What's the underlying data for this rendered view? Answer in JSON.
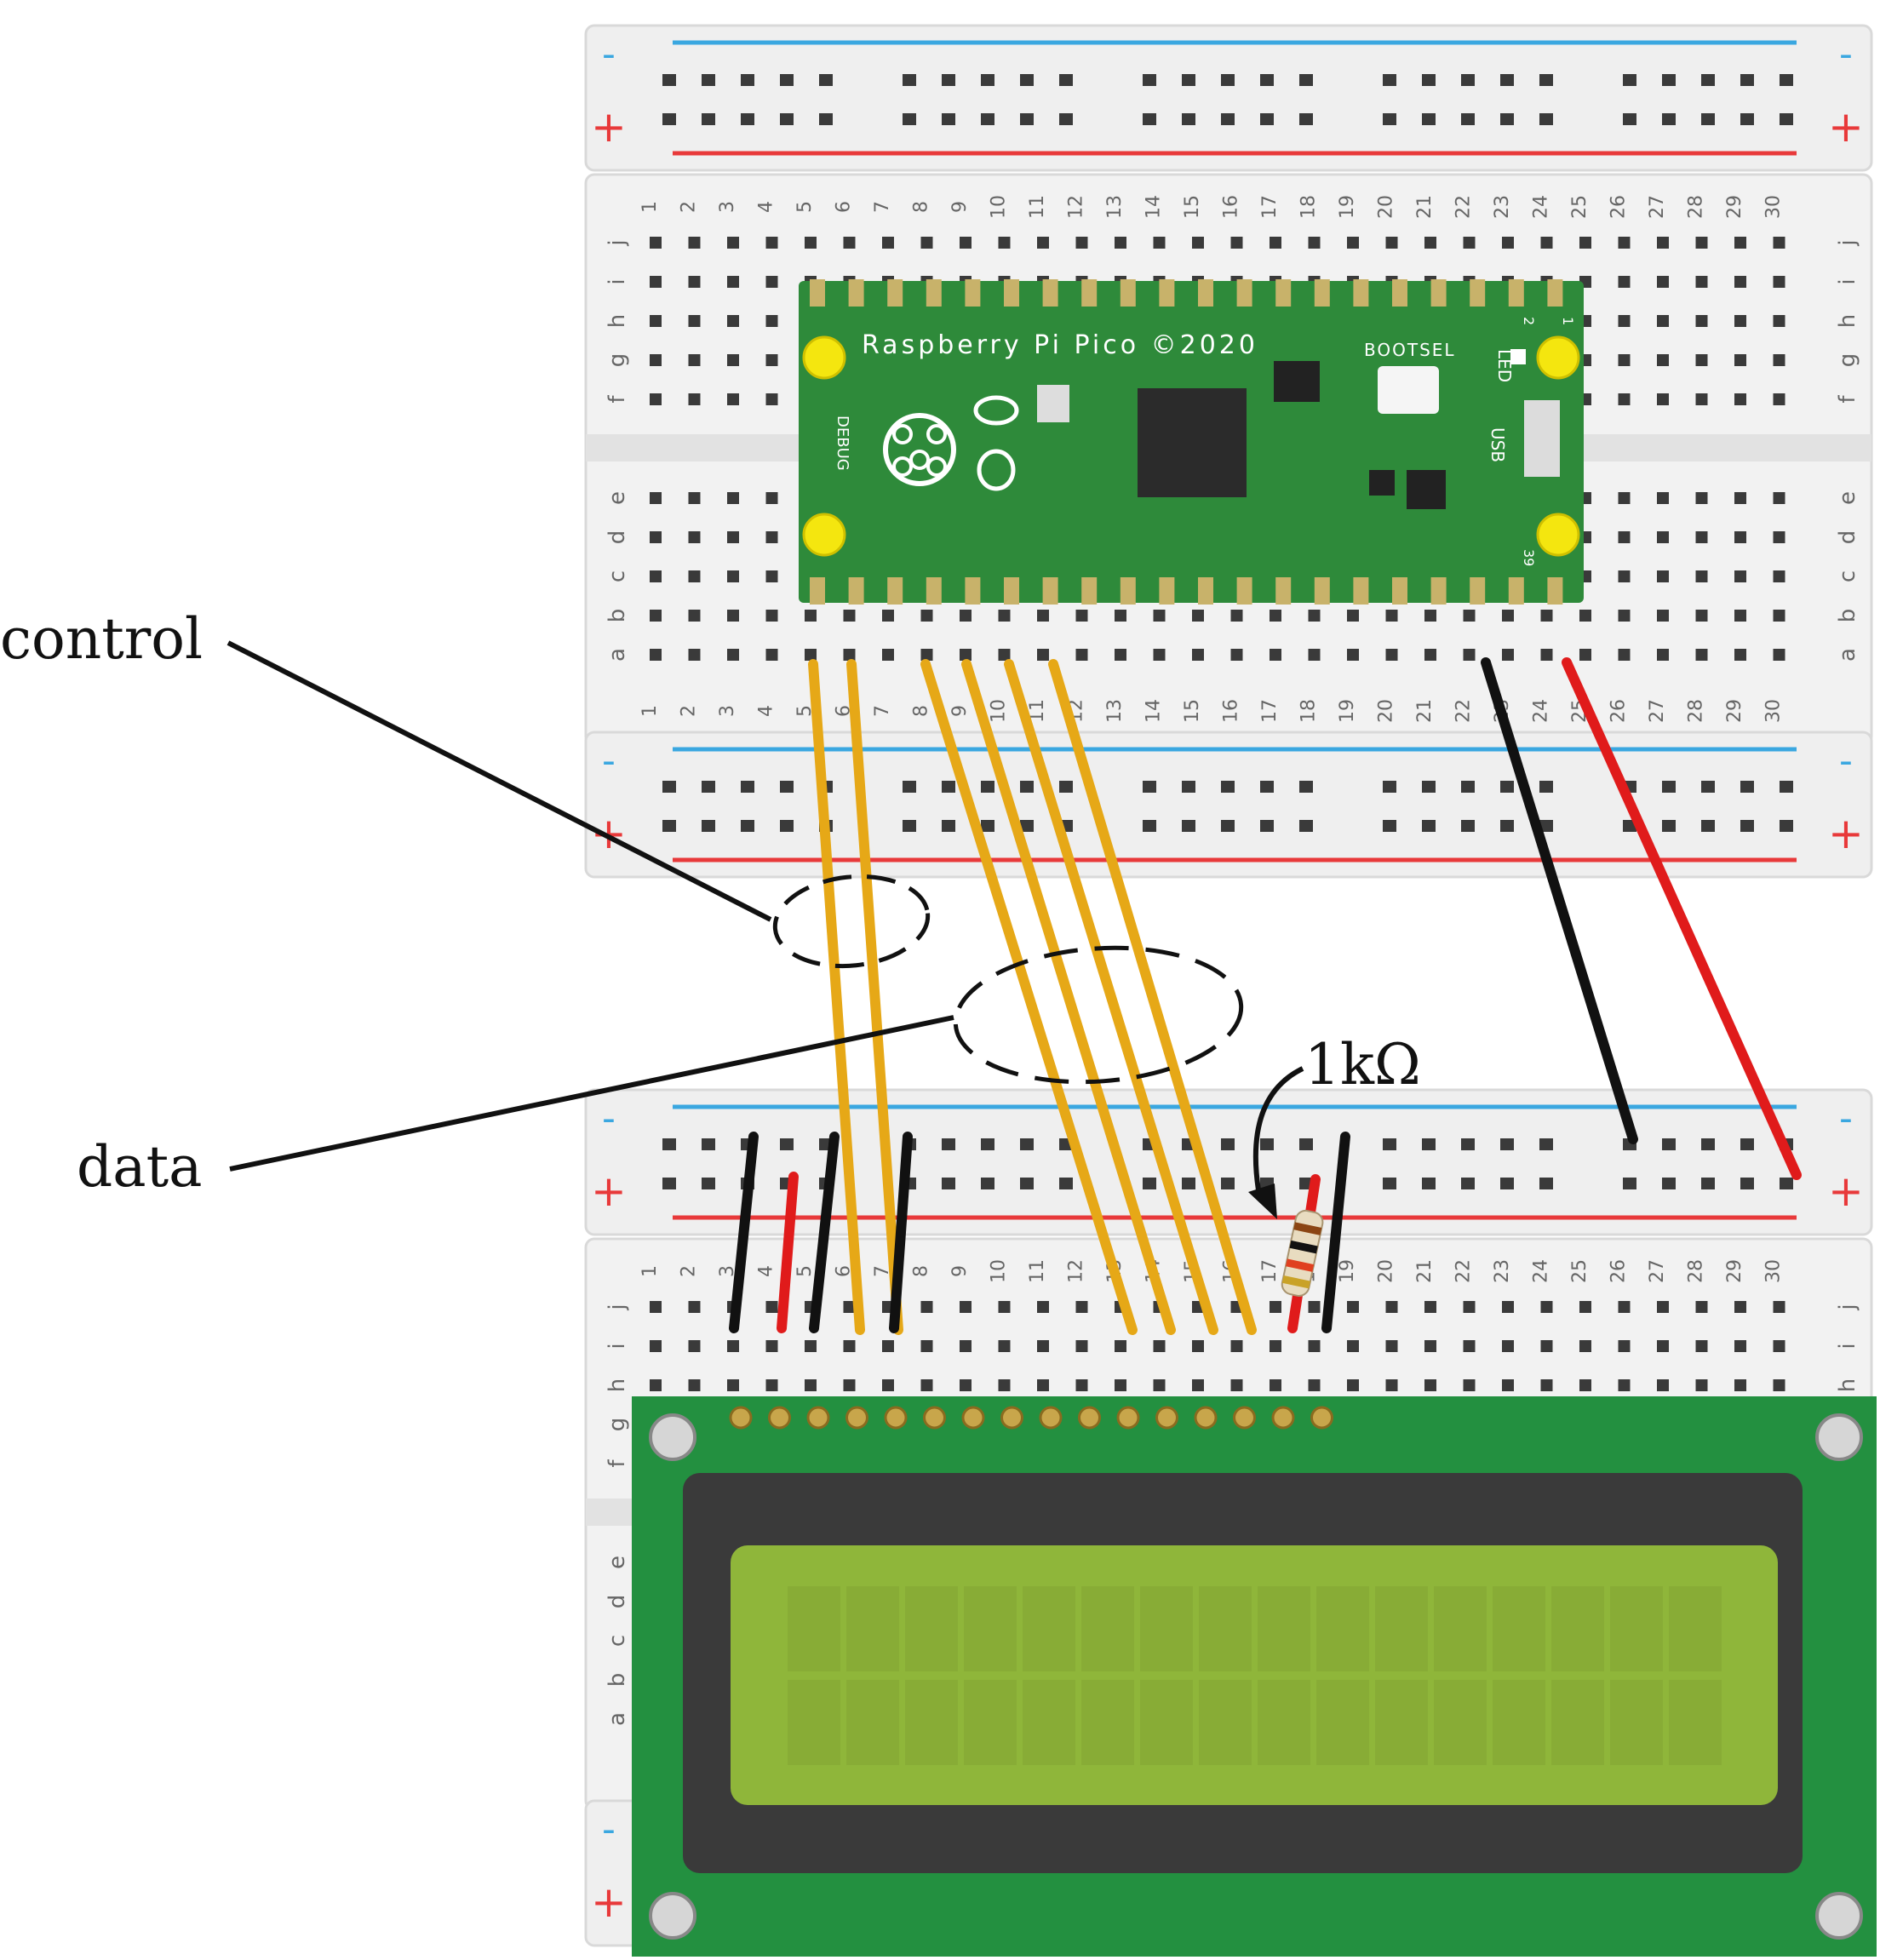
{
  "labels": {
    "control": "control",
    "data": "data",
    "resistor": "1kΩ"
  },
  "pico": {
    "title": "Raspberry Pi Pico ©2020",
    "bootsel": "BOOTSEL",
    "led": "LED",
    "usb": "USB",
    "debug": "DEBUG",
    "pin1": "1",
    "pin2": "2",
    "pin39": "39"
  },
  "breadboard": {
    "columns": [
      "1",
      "2",
      "3",
      "4",
      "5",
      "6",
      "7",
      "8",
      "9",
      "10",
      "11",
      "12",
      "13",
      "14",
      "15",
      "16",
      "17",
      "18",
      "19",
      "20",
      "21",
      "22",
      "23",
      "24",
      "25",
      "26",
      "27",
      "28",
      "29",
      "30"
    ],
    "rows_upper": [
      "j",
      "i",
      "h",
      "g",
      "f"
    ],
    "rows_lower": [
      "e",
      "d",
      "c",
      "b",
      "a"
    ],
    "rail_minus": "-",
    "rail_plus": "+"
  },
  "colors": {
    "wire_data": "#e6a817",
    "wire_ground": "#111111",
    "wire_power": "#e01b1b",
    "pcb": "#2e8a3a",
    "lcd_screen": "#8fb63a",
    "rail_blue": "#3aa7e0",
    "rail_red": "#e8393a"
  }
}
